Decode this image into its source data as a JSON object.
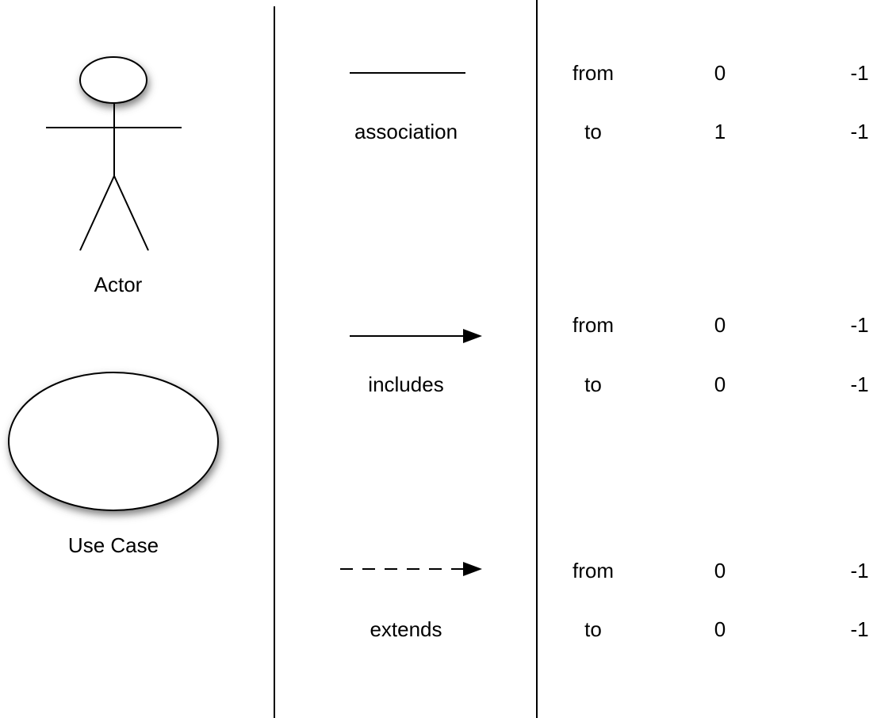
{
  "shapes": [
    {
      "name": "actor",
      "label": "Actor",
      "icon": "stick-figure-icon"
    },
    {
      "name": "use-case",
      "label": "Use Case",
      "icon": "ellipse-icon"
    }
  ],
  "relations": [
    {
      "name": "association",
      "label": "association",
      "line": "solid",
      "arrowhead": false,
      "rows": [
        {
          "label": "from",
          "a": "0",
          "b": "-1"
        },
        {
          "label": "to",
          "a": "1",
          "b": "-1"
        }
      ]
    },
    {
      "name": "includes",
      "label": "includes",
      "line": "solid",
      "arrowhead": true,
      "rows": [
        {
          "label": "from",
          "a": "0",
          "b": "-1"
        },
        {
          "label": "to",
          "a": "0",
          "b": "-1"
        }
      ]
    },
    {
      "name": "extends",
      "label": "extends",
      "line": "dashed",
      "arrowhead": true,
      "rows": [
        {
          "label": "from",
          "a": "0",
          "b": "-1"
        },
        {
          "label": "to",
          "a": "0",
          "b": "-1"
        }
      ]
    }
  ],
  "colors": {
    "stroke": "#000000",
    "fill": "#ffffff",
    "shadow": "#555555"
  }
}
